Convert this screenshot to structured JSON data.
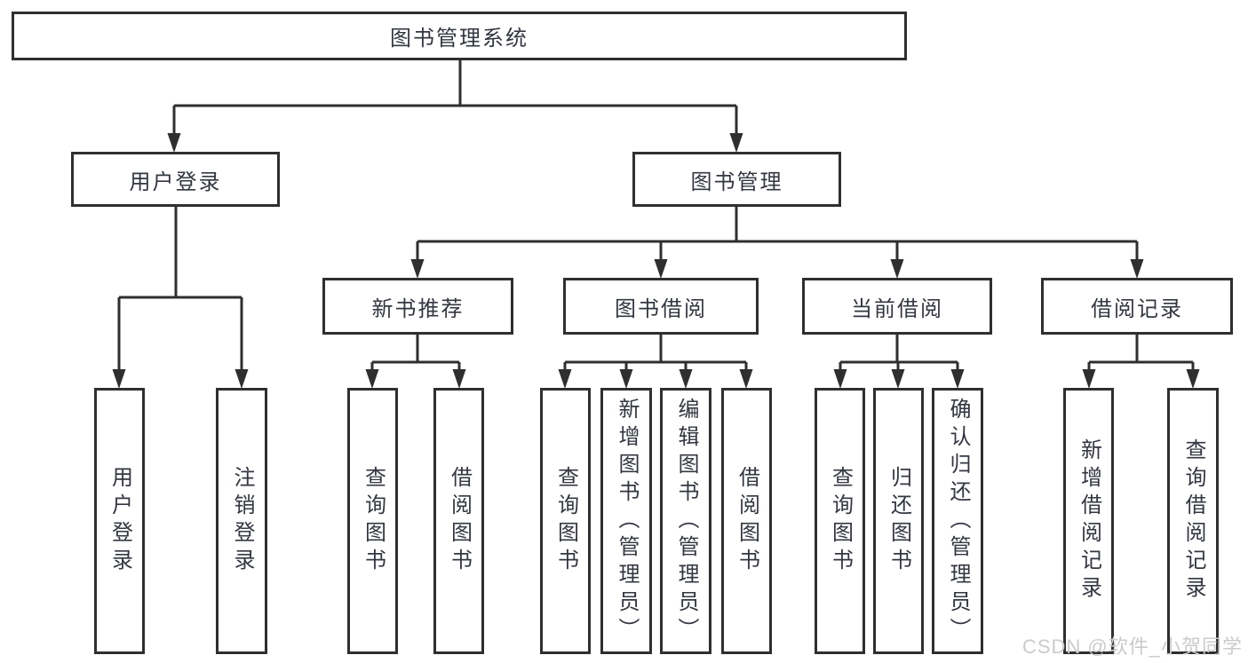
{
  "tree": {
    "root": {
      "label": "图书管理系统"
    },
    "branches": [
      {
        "label": "用户登录",
        "children": [
          {
            "label": "用户登录"
          },
          {
            "label": "注销登录"
          }
        ]
      },
      {
        "label": "图书管理",
        "children": [
          {
            "label": "新书推荐",
            "children": [
              {
                "label": "查询图书"
              },
              {
                "label": "借阅图书"
              }
            ]
          },
          {
            "label": "图书借阅",
            "children": [
              {
                "label": "查询图书"
              },
              {
                "label": "新增图书（管理员）"
              },
              {
                "label": "编辑图书（管理员）"
              },
              {
                "label": "借阅图书"
              }
            ]
          },
          {
            "label": "当前借阅",
            "children": [
              {
                "label": "查询图书"
              },
              {
                "label": "归还图书"
              },
              {
                "label": "确认归还（管理员）"
              }
            ]
          },
          {
            "label": "借阅记录",
            "children": [
              {
                "label": "新增借阅记录"
              },
              {
                "label": "查询借阅记录"
              }
            ]
          }
        ]
      }
    ]
  },
  "watermark": {
    "text": "CSDN @软件_小贺同学"
  },
  "colors": {
    "line": "#2f2f2f",
    "text": "#333740",
    "watermark": "#cbcbcb",
    "background": "#ffffff"
  }
}
